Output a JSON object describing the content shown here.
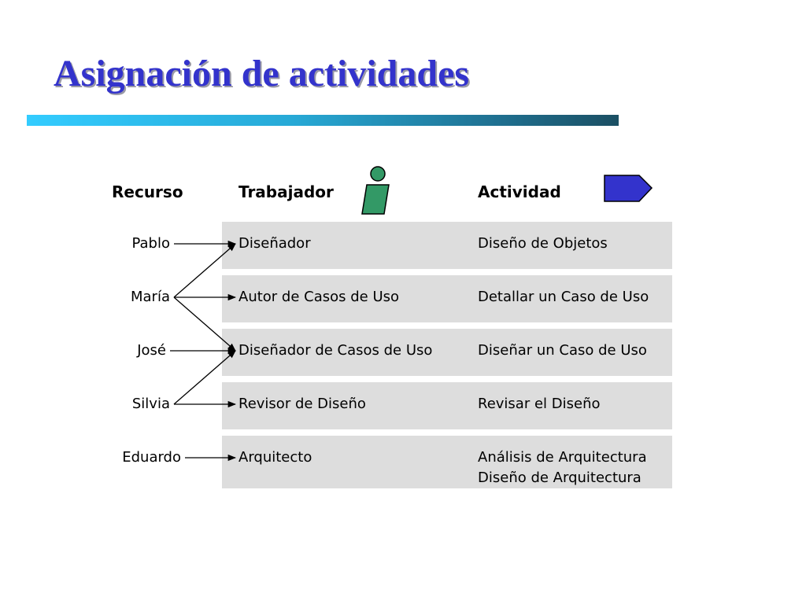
{
  "title": "Asignación de actividades",
  "headers": {
    "resource": "Recurso",
    "worker": "Trabajador",
    "activity": "Actividad"
  },
  "icons": {
    "worker_icon": "person-icon",
    "worker_icon_color": "#339966",
    "activity_icon": "arrow-pentagon-icon",
    "activity_icon_color": "#3333cc"
  },
  "resources": [
    "Pablo",
    "María",
    "José",
    "Silvia",
    "Eduardo"
  ],
  "rows": [
    {
      "worker": "Diseñador",
      "activity": [
        "Diseño de Objetos"
      ]
    },
    {
      "worker": "Autor de Casos de Uso",
      "activity": [
        "Detallar un Caso de Uso"
      ]
    },
    {
      "worker": "Diseñador de Casos de Uso",
      "activity": [
        "Diseñar un Caso de Uso"
      ]
    },
    {
      "worker": "Revisor de Diseño",
      "activity": [
        "Revisar el Diseño"
      ]
    },
    {
      "worker": "Arquitecto",
      "activity": [
        "Análisis de Arquitectura",
        "Diseño de Arquitectura"
      ]
    }
  ],
  "assignments": [
    {
      "resource": "Pablo",
      "worker": "Diseñador"
    },
    {
      "resource": "María",
      "worker": "Diseñador"
    },
    {
      "resource": "María",
      "worker": "Autor de Casos de Uso"
    },
    {
      "resource": "María",
      "worker": "Diseñador de Casos de Uso"
    },
    {
      "resource": "José",
      "worker": "Diseñador de Casos de Uso"
    },
    {
      "resource": "Silvia",
      "worker": "Diseñador de Casos de Uso"
    },
    {
      "resource": "Silvia",
      "worker": "Revisor de Diseño"
    },
    {
      "resource": "Eduardo",
      "worker": "Arquitecto"
    }
  ]
}
